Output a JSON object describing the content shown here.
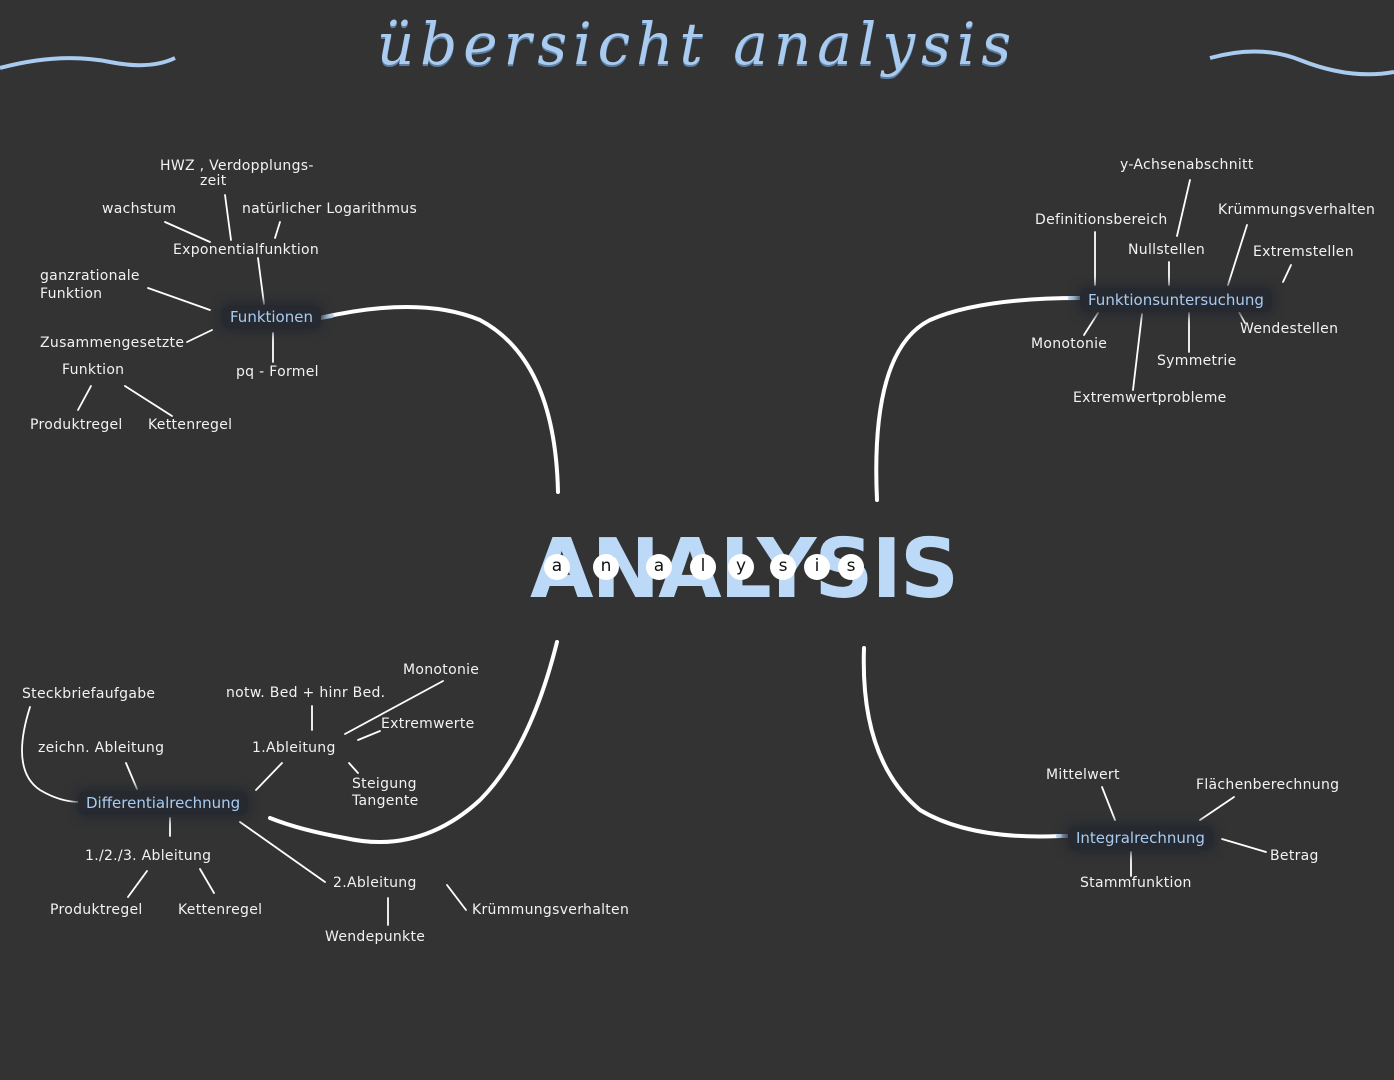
{
  "title": "übersicht analysis",
  "center": {
    "big_text": "ANALYSIS",
    "letters": [
      "a",
      "n",
      "a",
      "l",
      "y",
      "s",
      "i",
      "s"
    ]
  },
  "colors": {
    "background": "#333333",
    "accent_blue": "#a9cbf0",
    "center_text": "#bcd9f7",
    "line": "#ffffff",
    "hub_bg": "#262a30"
  },
  "branches": {
    "funktionen": {
      "hub": "Funktionen",
      "exponential": "Exponentialfunktion",
      "hwz": "HWZ , Verdopplungs-",
      "hwz2": "zeit",
      "wachstum": "wachstum",
      "ln": "natürlicher Logarithmus",
      "ganzrational": "ganzrationale",
      "ganzrational2": "Funktion",
      "zusammen": "Zusammengesetzte",
      "zusammen2": "Funktion",
      "produktregel": "Produktregel",
      "kettenregel": "Kettenregel",
      "pq": "pq - Formel"
    },
    "funktionsuntersuchung": {
      "hub": "Funktionsuntersuchung",
      "y_achse": "y-Achsenabschnitt",
      "definition": "Definitionsbereich",
      "nullstellen": "Nullstellen",
      "kruemmung": "Krümmungsverhalten",
      "extremstellen": "Extremstellen",
      "monotonie": "Monotonie",
      "symmetrie": "Symmetrie",
      "wendestellen": "Wendestellen",
      "extremwertprobleme": "Extremwertprobleme"
    },
    "differentialrechnung": {
      "hub": "Differentialrechnung",
      "steckbrief": "Steckbriefaufgabe",
      "zeichn": "zeichn. Ableitung",
      "notw": "notw. Bed + hinr Bed.",
      "monotonie": "Monotonie",
      "extremwerte": "Extremwerte",
      "ableitung1": "1.Ableitung",
      "steigung": "Steigung",
      "tangente": "Tangente",
      "ableitung123": "1./2./3. Ableitung",
      "produktregel": "Produktregel",
      "kettenregel": "Kettenregel",
      "ableitung2": "2.Ableitung",
      "kruemmung": "Krümmungsverhalten",
      "wendepunkte": "Wendepunkte"
    },
    "integralrechnung": {
      "hub": "Integralrechnung",
      "mittelwert": "Mittelwert",
      "flaechen": "Flächenberechnung",
      "betrag": "Betrag",
      "stammfunktion": "Stammfunktion"
    }
  }
}
